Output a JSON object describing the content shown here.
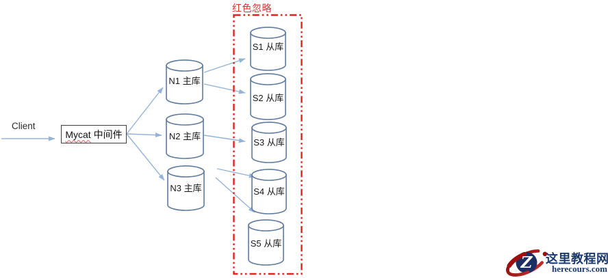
{
  "diagram": {
    "client_label": "Client",
    "middleware": {
      "en": "Mycat",
      "zh": "中间件"
    },
    "red_zone_label": "红色忽略",
    "masters": [
      {
        "label": "N1 主库"
      },
      {
        "label": "N2 主库"
      },
      {
        "label": "N3 主库"
      }
    ],
    "slaves": [
      {
        "label": "S1 从库"
      },
      {
        "label": "S2 从库"
      },
      {
        "label": "S3 从库"
      },
      {
        "label": "S4 从库"
      },
      {
        "label": "S5 从库"
      }
    ]
  },
  "logo": {
    "monogram": "Z",
    "site_name": "这里教程网",
    "site_domain": "herecours.com"
  },
  "colors": {
    "arrow": "#95b3d7",
    "cylinder_stroke": "#5f7a9d",
    "box_border": "#3c3c3c",
    "red_accent": "#e02222",
    "logo_navy": "#1d3a6e",
    "logo_red": "#a81414"
  }
}
